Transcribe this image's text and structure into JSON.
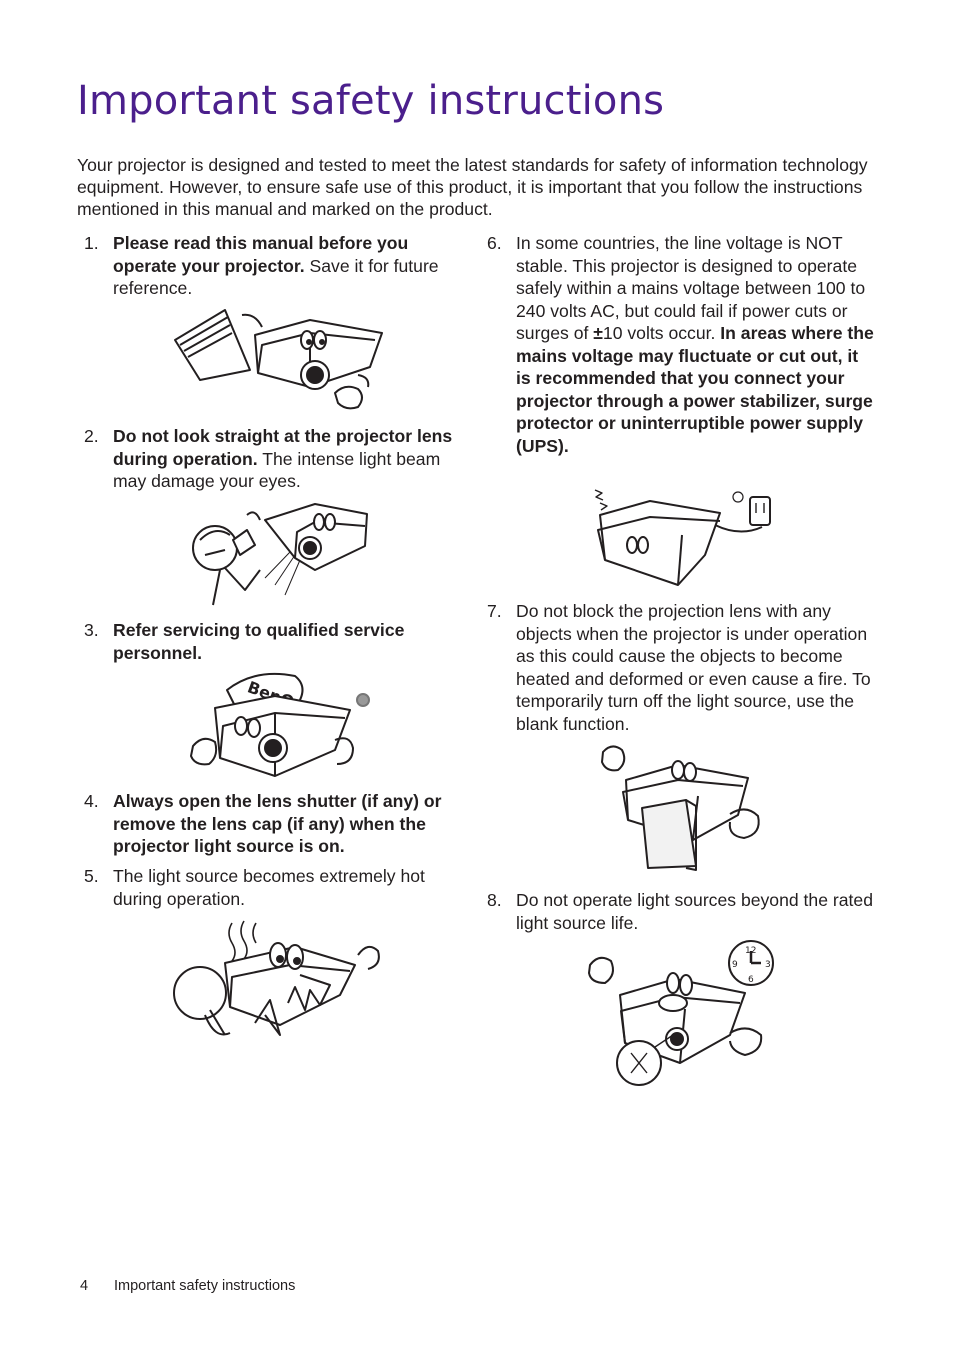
{
  "title": "Important safety instructions",
  "intro": "Your projector is designed and tested to meet the latest standards for safety of information technology equipment. However, to ensure safe use of this product, it is important that you follow the instructions mentioned in this manual and marked on the product.",
  "items": [
    {
      "num": "1.",
      "bold": "Please read this manual before you operate your projector.",
      "text": " Save it for future reference."
    },
    {
      "num": "2.",
      "bold": "Do not look straight at the projector lens during operation.",
      "text": " The intense light beam may damage your eyes."
    },
    {
      "num": "3.",
      "bold": "Refer servicing to qualified service personnel.",
      "text": ""
    },
    {
      "num": "4.",
      "bold": "Always open the lens shutter (if any) or remove the lens cap (if any) when the projector light source is on.",
      "text": ""
    },
    {
      "num": "5.",
      "bold": "",
      "text": "The light source becomes extremely hot during operation."
    },
    {
      "num": "6.",
      "text1": "In some countries, the line voltage is NOT stable. This projector is designed to operate safely within a mains voltage between 100 to 240 volts AC, but could fail if power cuts or surges of ",
      "pm": "±",
      "text2": "10 volts occur. ",
      "bold": "In areas where the mains voltage may fluctuate or cut out, it is recommended that you connect your projector through a power stabilizer, surge protector or uninterruptible power supply (UPS)."
    },
    {
      "num": "7.",
      "bold": "",
      "text": "Do not block the projection lens with any objects when the projector is under operation as this could cause the objects to become heated and deformed or even cause a fire. To temporarily turn off the light source, use the blank function."
    },
    {
      "num": "8.",
      "bold": "",
      "text": "Do not operate light sources beyond the rated light source life."
    }
  ],
  "illustrations": {
    "brand_logo": "BenQ",
    "clock": {
      "n12": "12",
      "n3": "3",
      "n6": "6",
      "n9": "9"
    }
  },
  "footer": {
    "page_number": "4",
    "section": "Important safety instructions"
  },
  "colors": {
    "title": "#4b1f8c",
    "text": "#231f20"
  }
}
